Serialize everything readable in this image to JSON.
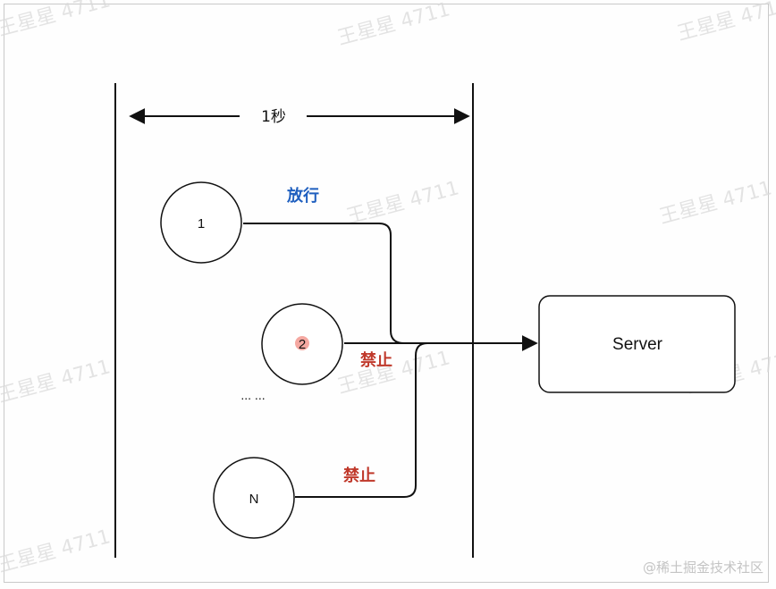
{
  "diagram": {
    "window_label": "1秒",
    "nodes": [
      "1",
      "2",
      "... ...",
      "N"
    ],
    "edge_labels": {
      "allow": "放行",
      "deny_2": "禁止",
      "deny_n": "禁止"
    },
    "server_label": "Server"
  },
  "colors": {
    "allow": "#1f5fbf",
    "deny": "#c0392b",
    "line": "#111111"
  },
  "watermarks": {
    "repeated_text": "王星星 4711",
    "credit": "@稀土掘金技术社区"
  }
}
